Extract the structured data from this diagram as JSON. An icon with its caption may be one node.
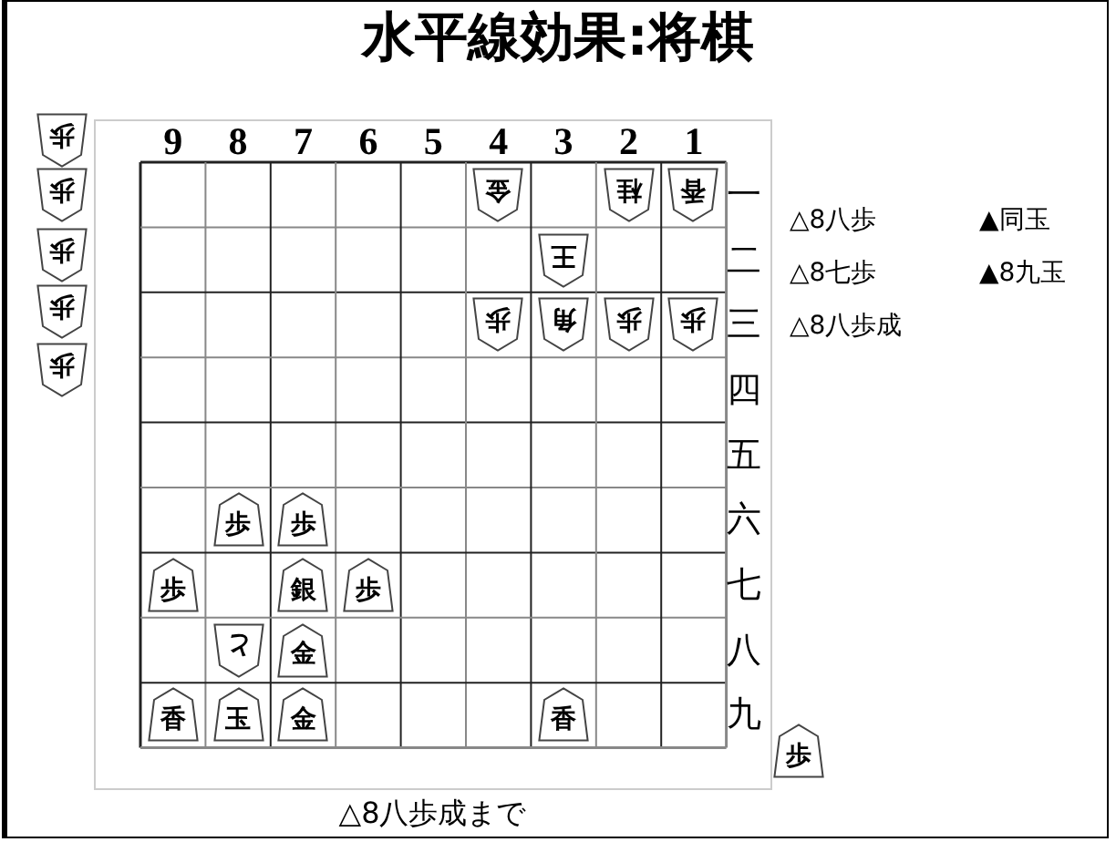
{
  "diagram": {
    "title": "水平線効果:将棋",
    "caption": "△8八歩成まで",
    "nodes": [
      {
        "text": [
          "歩"
        ]
      },
      {
        "text": [
          "歩"
        ]
      },
      {
        "text": [
          "歩"
        ]
      },
      {
        "text": [
          "歩"
        ]
      },
      {
        "text": [
          "歩"
        ]
      },
      {
        "text": [
          "金"
        ]
      },
      {
        "text": [
          "桂"
        ]
      },
      {
        "text": [
          "香"
        ]
      },
      {
        "text": [
          "王"
        ]
      },
      {
        "text": [
          "歩"
        ]
      },
      {
        "text": [
          "角"
        ]
      },
      {
        "text": [
          "歩"
        ]
      },
      {
        "text": [
          "歩"
        ]
      },
      {
        "text": [
          "歩"
        ]
      },
      {
        "text": [
          "歩"
        ]
      },
      {
        "text": [
          "歩"
        ]
      },
      {
        "text": [
          "銀"
        ]
      },
      {
        "text": [
          "歩"
        ]
      },
      {
        "text": [
          "と"
        ]
      },
      {
        "text": [
          "金"
        ]
      },
      {
        "text": [
          "香"
        ]
      },
      {
        "text": [
          "玉"
        ]
      },
      {
        "text": [
          "金"
        ]
      },
      {
        "text": [
          "香"
        ]
      },
      {
        "text": [
          "歩"
        ]
      }
    ],
    "labels": [
      "9",
      "8",
      "7",
      "6",
      "5",
      "4",
      "3",
      "2",
      "1",
      "一",
      "△8八歩",
      "▲同玉",
      "二",
      "△8七歩",
      "▲8九玉",
      "三",
      "△8八歩成",
      "四",
      "五",
      "六",
      "七",
      "八",
      "九"
    ]
  }
}
